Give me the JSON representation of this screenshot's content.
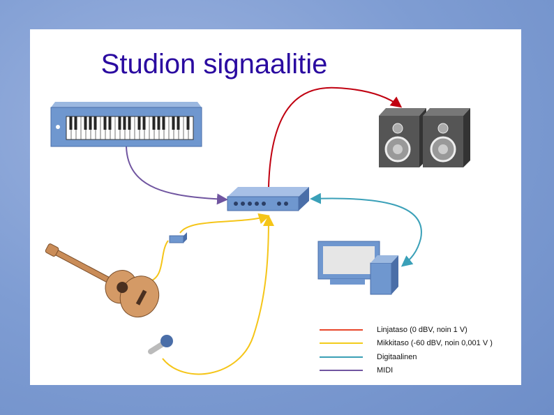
{
  "title": "Studion signaalitie",
  "legend": [
    {
      "label": "Linjataso (0 dBV, noin 1  V)",
      "color": "#e8452a"
    },
    {
      "label": "Mikkitaso (-60 dBV, noin 0,001  V )",
      "color": "#f2cc1a"
    },
    {
      "label": "Digitaalinen",
      "color": "#3a9fb5"
    },
    {
      "label": "MIDI",
      "color": "#7055a0"
    }
  ],
  "colors": {
    "line_curve": "#c00010",
    "mic": "#f5c518",
    "digital": "#3aa0b8",
    "midi": "#7055a0",
    "title": "#2a0aa0"
  }
}
